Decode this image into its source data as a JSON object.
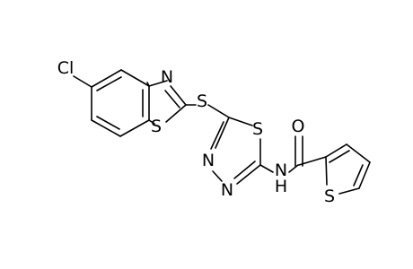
{
  "structure": {
    "atoms": {
      "cl": "Cl",
      "n_benzothiazole": "N",
      "s_benzothiazole": "S",
      "s_thioether": "S",
      "s_thiadiazole": "S",
      "n_thiadiazole_a": "N",
      "n_thiadiazole_b": "N",
      "nh_amide_n": "N",
      "nh_amide_h": "H",
      "o_carbonyl": "O",
      "s_thiophene": "S"
    }
  }
}
